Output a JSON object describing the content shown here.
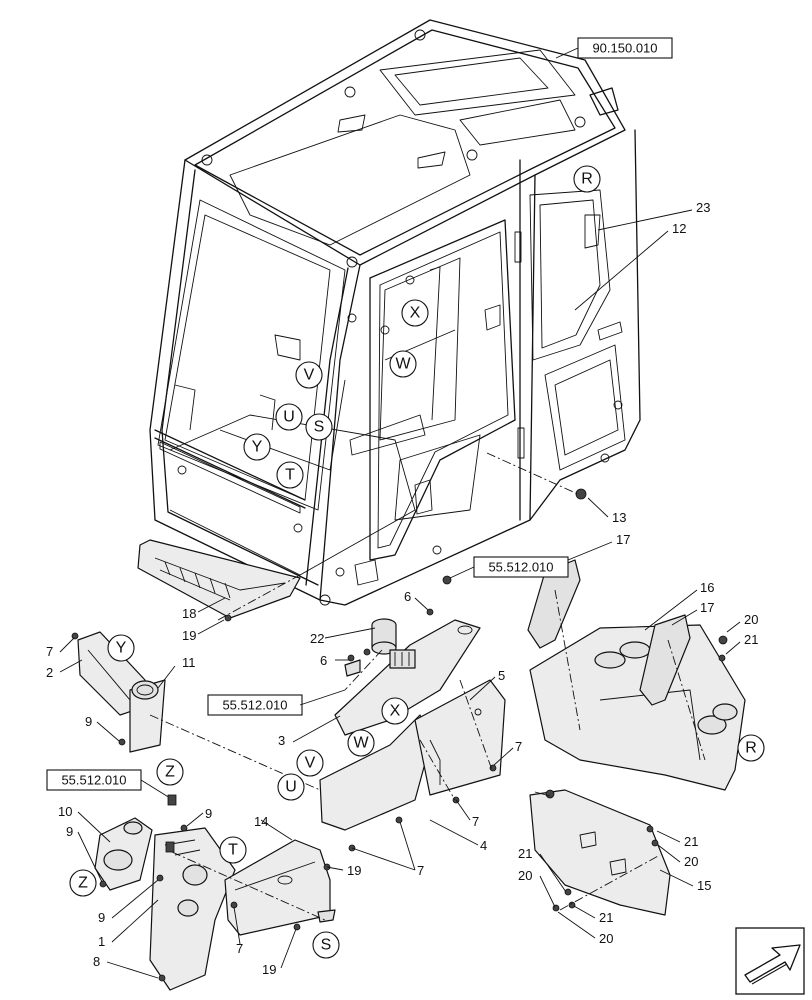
{
  "references": {
    "top": "90.150.010",
    "right_mid": "55.512.010",
    "left_mid": "55.512.010",
    "left_low": "55.512.010"
  },
  "letters": {
    "R1": "R",
    "X1": "X",
    "W1": "W",
    "V1": "V",
    "U1": "U",
    "S1": "S",
    "Y1": "Y",
    "T1": "T",
    "Y2": "Y",
    "X2": "X",
    "W2": "W",
    "V2": "V",
    "U2": "U",
    "Z1": "Z",
    "Z2": "Z",
    "T2": "T",
    "S2": "S",
    "R2": "R"
  },
  "callouts": {
    "c23": "23",
    "c12": "12",
    "c13": "13",
    "c17a": "17",
    "c16": "16",
    "c17b": "17",
    "c20a": "20",
    "c21a": "21",
    "c18": "18",
    "c19a": "19",
    "c22": "22",
    "c6a": "6",
    "c6b": "6",
    "c7a": "7",
    "c2": "2",
    "c11": "11",
    "c9a": "9",
    "c3": "3",
    "c5": "5",
    "c7b": "7",
    "c7c": "7",
    "c4": "4",
    "c10": "10",
    "c9b": "9",
    "c9c": "9",
    "c14": "14",
    "c19b": "19",
    "c7d": "7",
    "c9d": "9",
    "c1": "1",
    "c7e": "7",
    "c8": "8",
    "c19c": "19",
    "c21b": "21",
    "c20b": "20",
    "c15": "15",
    "c21c": "21",
    "c20c": "20",
    "c21d": "21",
    "c20d": "20"
  },
  "nav_icon": "arrow-icon"
}
